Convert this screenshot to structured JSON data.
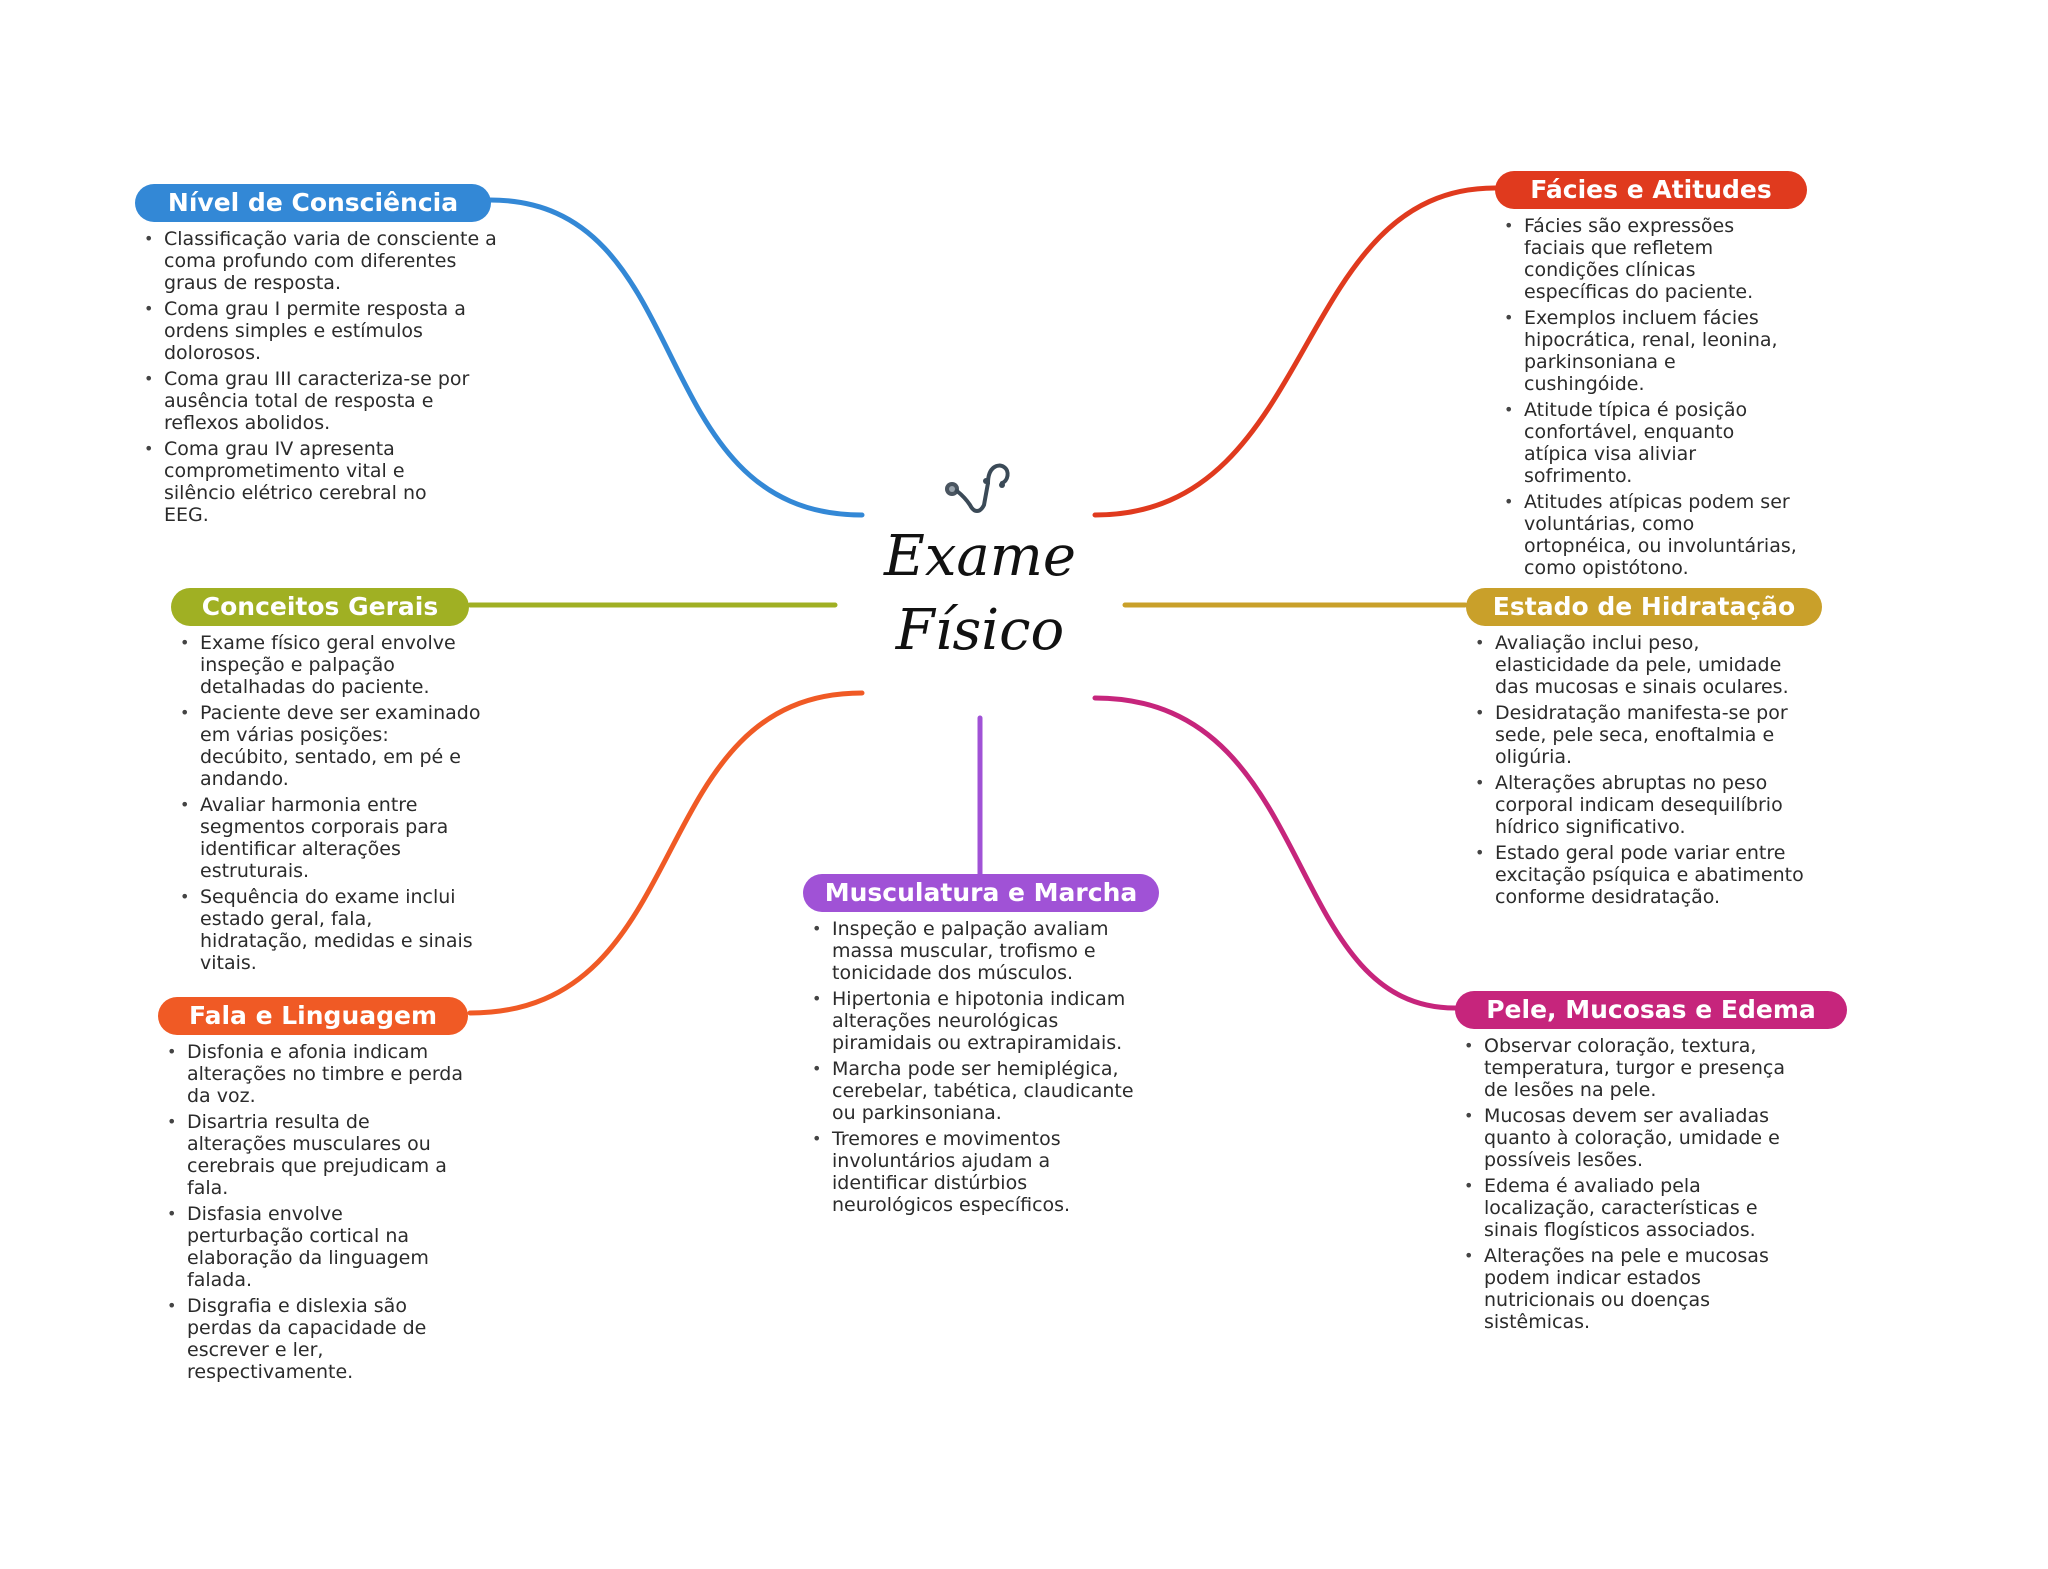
{
  "center": {
    "title_line1": "Exame",
    "title_line2": "Físico",
    "icon": "stethoscope-icon"
  },
  "branches": [
    {
      "key": "nivel",
      "title": "Nível de Consciência",
      "color": "#3388d6",
      "bullets": [
        "Classificação varia de consciente a coma profundo com diferentes graus de resposta.",
        "Coma grau I permite resposta a ordens simples e estímulos dolorosos.",
        "Coma grau III caracteriza-se por ausência total de resposta e reflexos abolidos.",
        "Coma grau IV apresenta comprometimento vital e silêncio elétrico cerebral no EEG."
      ]
    },
    {
      "key": "conceitos",
      "title": "Conceitos Gerais",
      "color": "#a0b023",
      "bullets": [
        "Exame físico geral envolve inspeção e palpação detalhadas do paciente.",
        "Paciente deve ser examinado em várias posições: decúbito, sentado, em pé e andando.",
        "Avaliar harmonia entre segmentos corporais para identificar alterações estruturais.",
        "Sequência do exame inclui estado geral, fala, hidratação, medidas e sinais vitais."
      ]
    },
    {
      "key": "fala",
      "title": "Fala e Linguagem",
      "color": "#f05a25",
      "bullets": [
        "Disfonia e afonia indicam alterações no timbre e perda da voz.",
        "Disartria resulta de alterações musculares ou cerebrais que prejudicam a fala.",
        "Disfasia envolve perturbação cortical na elaboração da linguagem falada.",
        "Disgrafia e dislexia são perdas da capacidade de escrever e ler, respectivamente."
      ]
    },
    {
      "key": "musculatura",
      "title": "Musculatura e Marcha",
      "color": "#a052d6",
      "bullets": [
        "Inspeção e palpação avaliam massa muscular, trofismo e tonicidade dos músculos.",
        "Hipertonia e hipotonia indicam alterações neurológicas piramidais ou extrapiramidais.",
        "Marcha pode ser hemiplégica, cerebelar, tabética, claudicante ou parkinsoniana.",
        "Tremores e movimentos involuntários ajudam a identificar distúrbios neurológicos específicos."
      ]
    },
    {
      "key": "facies",
      "title": "Fácies e Atitudes",
      "color": "#e03a1e",
      "bullets": [
        "Fácies são expressões faciais que refletem condições clínicas específicas do paciente.",
        "Exemplos incluem fácies hipocrática, renal, leonina, parkinsoniana e cushingóide.",
        "Atitude típica é posição confortável, enquanto atípica visa aliviar sofrimento.",
        "Atitudes atípicas podem ser voluntárias, como ortopnéica, ou involuntárias, como opistótono."
      ]
    },
    {
      "key": "hidratacao",
      "title": "Estado de Hidratação",
      "color": "#c9a02a",
      "bullets": [
        "Avaliação inclui peso, elasticidade da pele, umidade das mucosas e sinais oculares.",
        "Desidratação manifesta-se por sede, pele seca, enoftalmia e oligúria.",
        "Alterações abruptas no peso corporal indicam desequilíbrio hídrico significativo.",
        "Estado geral pode variar entre excitação psíquica e abatimento conforme desidratação."
      ]
    },
    {
      "key": "pele",
      "title": "Pele, Mucosas e Edema",
      "color": "#c6257c",
      "bullets": [
        "Observar coloração, textura, temperatura, turgor e presença de lesões na pele.",
        "Mucosas devem ser avaliadas quanto à coloração, umidade e possíveis lesões.",
        "Edema é avaliado pela localização, características e sinais flogísticos associados.",
        "Alterações na pele e mucosas podem indicar estados nutricionais ou doenças sistêmicas."
      ]
    }
  ]
}
